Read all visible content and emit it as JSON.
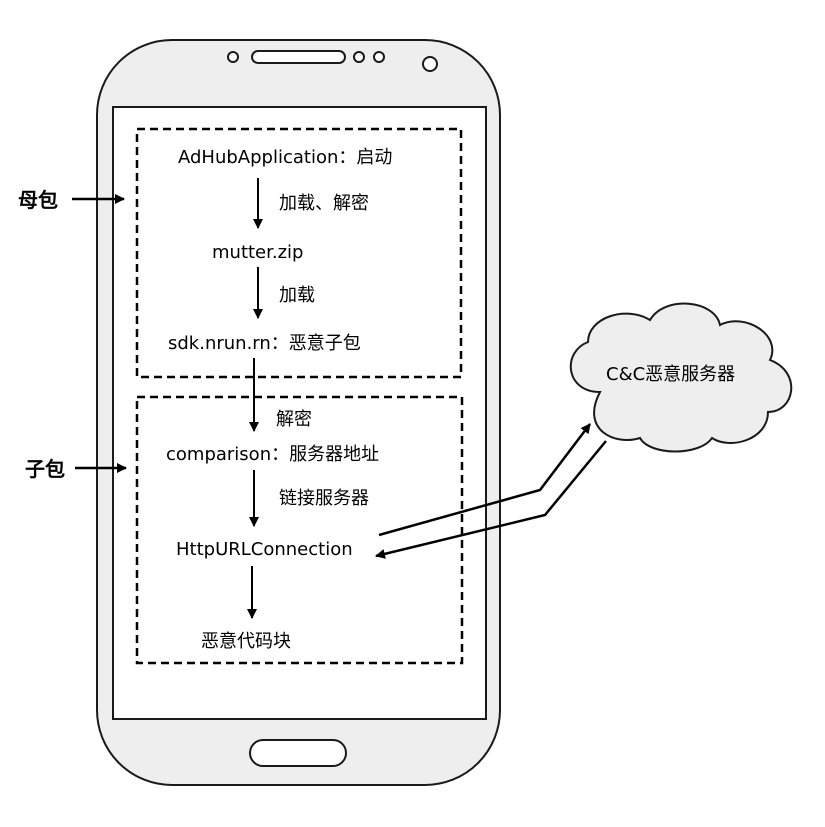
{
  "mother_package": {
    "side_label": "母包",
    "step1": "AdHubApplication：启动",
    "arrow1_label": "加载、解密",
    "step2": "mutter.zip",
    "arrow2_label": "加载",
    "step3": "sdk.nrun.rn：恶意子包"
  },
  "child_package": {
    "side_label": "子包",
    "arrow3_label": "解密",
    "step4": "comparison：服务器地址",
    "arrow4_label": "链接服务器",
    "step5": "HttpURLConnection",
    "step6": "恶意代码块"
  },
  "server": {
    "label": "C&C恶意服务器"
  },
  "colors": {
    "phone_fill": "#EEEEEE",
    "line": "#1A1A1A",
    "screen_fill": "#FFFFFF"
  }
}
